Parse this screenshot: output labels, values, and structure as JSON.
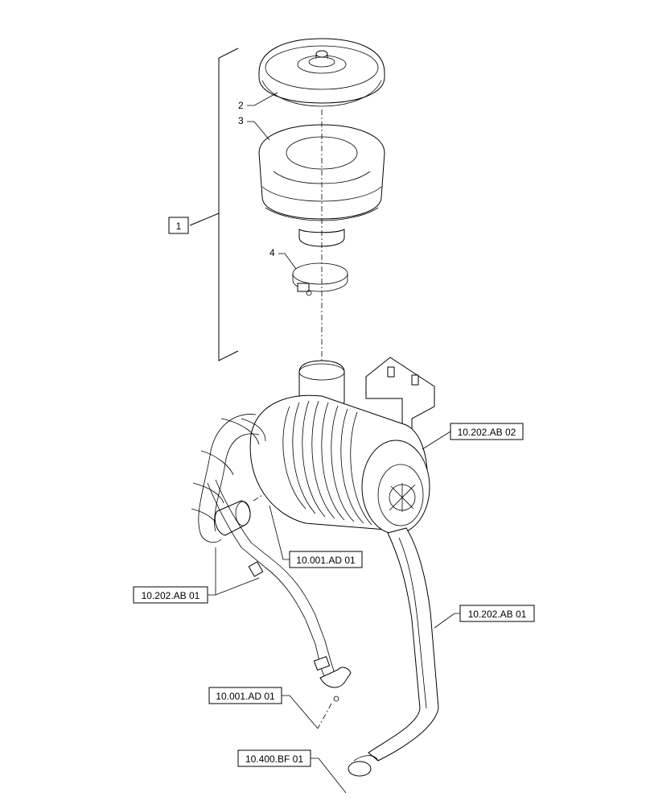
{
  "callouts": {
    "group": "1",
    "item2": "2",
    "item3": "3",
    "item4": "4"
  },
  "references": {
    "ref_top_right": "10.202.AB 02",
    "ref_mid": "10.001.AD 01",
    "ref_left": "10.202.AB 01",
    "ref_right": "10.202.AB 01",
    "ref_lower": "10.001.AD 01",
    "ref_bottom": "10.400.BF 01"
  }
}
